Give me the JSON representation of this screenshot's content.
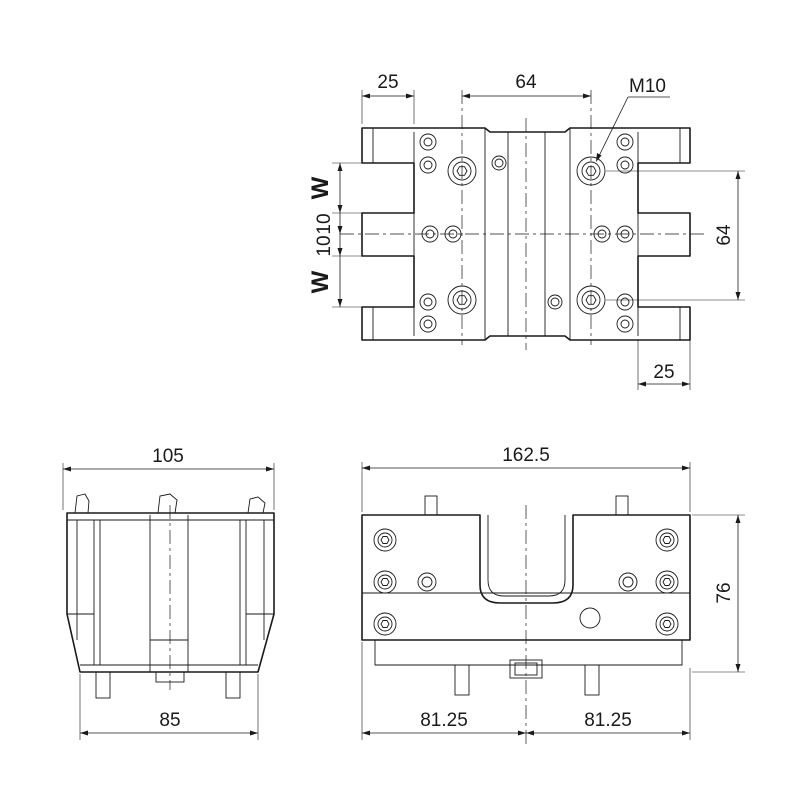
{
  "top_view": {
    "dim_left_slot": "25",
    "dim_bolt_spacing": "64",
    "thread_label": "M10",
    "dim_vertical_right": "64",
    "dim_bottom_slot": "25",
    "dim_w_upper": "W",
    "dim_10_upper": "10",
    "dim_10_lower": "10",
    "dim_w_lower": "W"
  },
  "side_view": {
    "dim_top_width": "105",
    "dim_bottom_width": "85"
  },
  "front_view": {
    "dim_overall_width": "162.5",
    "dim_height": "76",
    "dim_half_left": "81.25",
    "dim_half_right": "81.25"
  }
}
